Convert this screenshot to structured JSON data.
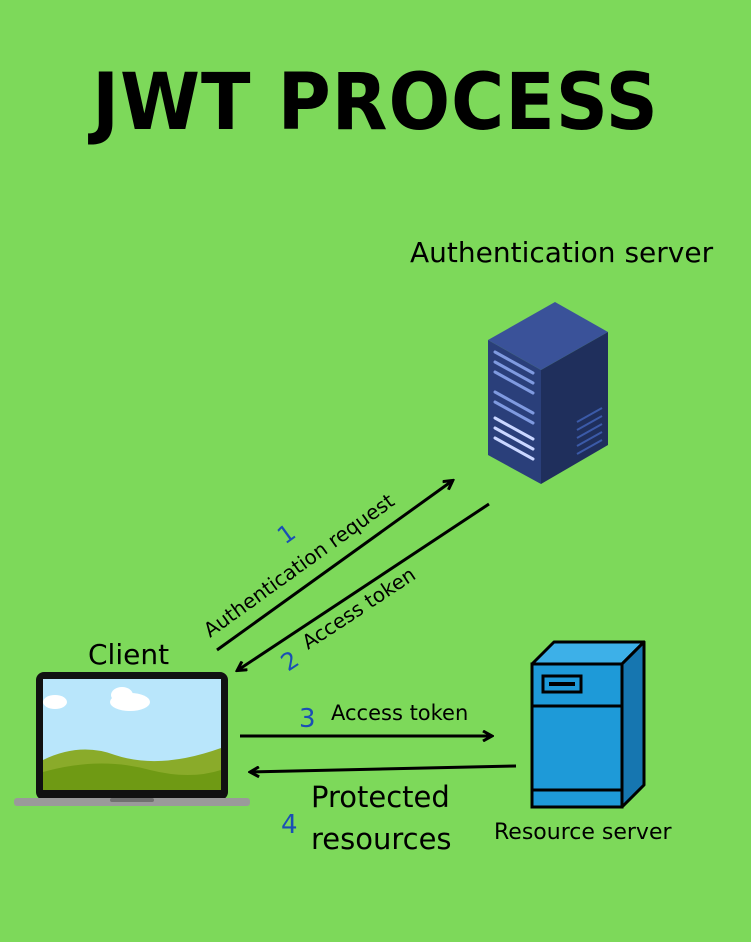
{
  "title": "JWT PROCESS",
  "nodes": {
    "auth_server": "Authentication server",
    "client": "Client",
    "resource_server": "Resource server"
  },
  "steps": [
    {
      "number": "1",
      "label": "Authentication request"
    },
    {
      "number": "2",
      "label": "Access token"
    },
    {
      "number": "3",
      "label": "Access token"
    },
    {
      "number": "4",
      "label_line1": "Protected",
      "label_line2": "resources"
    }
  ],
  "colors": {
    "background": "#7dd95a",
    "step_number": "#1a4fb5",
    "auth_server_body": "#2a3f7a",
    "resource_server_body": "#1e9ad8"
  }
}
